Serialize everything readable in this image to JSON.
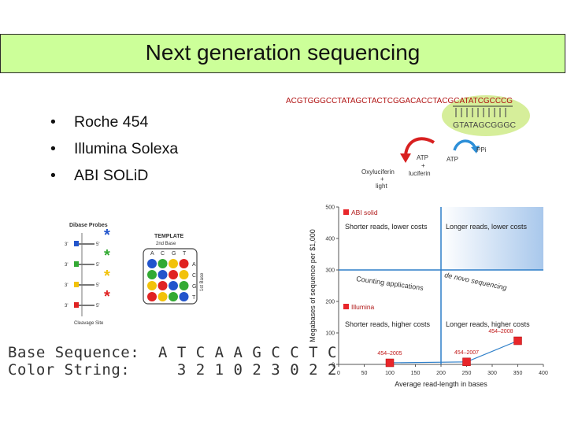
{
  "slide": {
    "title": "Next generation sequencing",
    "bullets": [
      "Roche 454",
      "Illumina Solexa",
      "ABI SOLiD"
    ]
  },
  "pyro": {
    "top_strand": "ACGTGGGCCTATAGCTACTCGGACACCTACGCATATCGCCCG",
    "bottom_strand": "GTATAGCGGGC",
    "atp": "ATP",
    "ppi": "PPi",
    "oxyluciferin_1": "Oxyluciferin",
    "oxyluciferin_2": "+",
    "oxyluciferin_3": "light",
    "atp_lucif_1": "ATP",
    "atp_lucif_2": "+",
    "atp_lucif_3": "luciferin"
  },
  "solid": {
    "dibase_title": "Dibase Probes",
    "template_title": "TEMPLATE",
    "second_base": "2nd Base",
    "first_base": "1st Base",
    "bases": [
      "A",
      "C",
      "G",
      "T"
    ],
    "cleavage_site": "Cleavage Site",
    "colors": [
      "#2255cc",
      "#33aa33",
      "#f2c20a",
      "#e02222"
    ]
  },
  "sequence": {
    "base_label": "Base Sequence:",
    "base_value": "A T C A A G C C T C",
    "color_label": "Color String:",
    "color_value": "3 2 1 0 2 3 0 2 2"
  },
  "chart_data": {
    "type": "scatter",
    "xlabel": "Average read-length in bases",
    "ylabel": "Megabases of sequence per $1,000",
    "xlim": [
      0,
      400
    ],
    "ylim": [
      0,
      500
    ],
    "xticks": [
      0,
      50,
      100,
      150,
      200,
      250,
      300,
      350,
      400
    ],
    "yticks": [
      0,
      100,
      200,
      300,
      400,
      500
    ],
    "divider_x": 200,
    "divider_y": 300,
    "quadrants": {
      "top_left": "Shorter reads, lower costs",
      "top_right": "Longer reads, lower costs",
      "bottom_left": "Shorter reads, higher costs",
      "bottom_right": "Longer reads, higher costs"
    },
    "legend": [
      {
        "name": "ABI solid",
        "color": "#e8262a"
      },
      {
        "name": "Illumina",
        "color": "#e8262a"
      }
    ],
    "annotations": [
      "Counting applications",
      "de novo sequencing"
    ],
    "points": [
      {
        "label": "454–2005",
        "x": 100,
        "y": 5
      },
      {
        "label": "454–2007",
        "x": 250,
        "y": 8
      },
      {
        "label": "454–2008",
        "x": 350,
        "y": 75
      }
    ]
  }
}
